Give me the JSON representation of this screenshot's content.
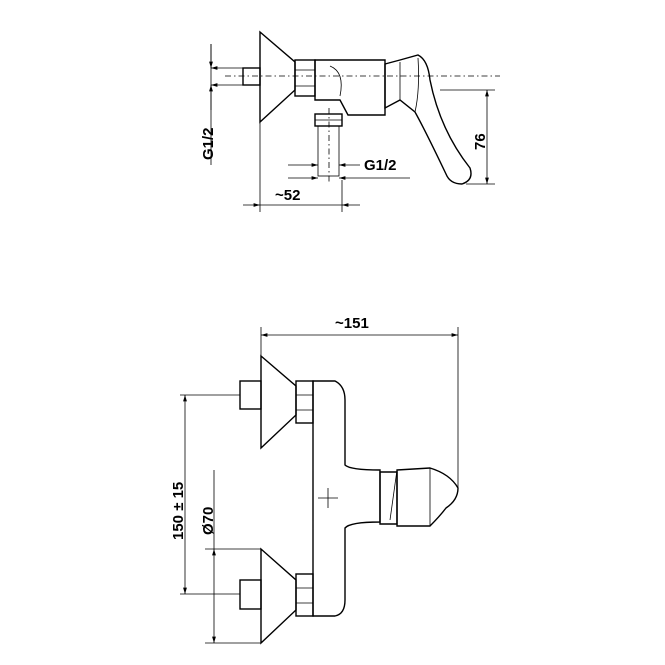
{
  "top_view": {
    "thread_inlet_label": "G1/2",
    "thread_outlet_label": "G1/2",
    "depth_label": "~52",
    "height_label": "76"
  },
  "bottom_view": {
    "width_label": "~151",
    "spacing_label": "150 ± 15",
    "diameter_label": "Ø70"
  }
}
